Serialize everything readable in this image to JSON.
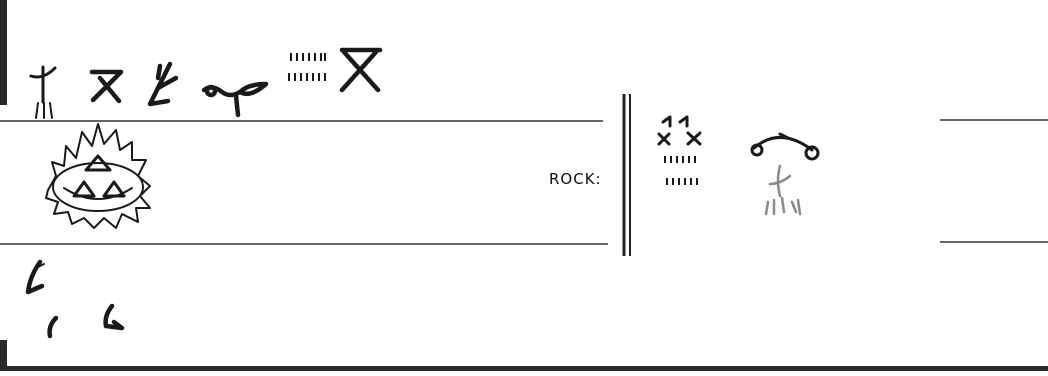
{
  "diagram": {
    "rock_label": "ROCK:",
    "colors": {
      "ink": "#1a1a1a",
      "background": "#ffffff",
      "frame": "#2a2a2a",
      "faint_glyph": "#8a8a8a"
    },
    "glyph_names": [
      "plant-glyph",
      "hourglass-glyph",
      "claw-glyph",
      "seed-glyph",
      "tally-glyph",
      "cross-glyph",
      "sun-glyph",
      "tally-cluster-glyph",
      "figure-glyph",
      "plant-faint-glyph"
    ]
  }
}
